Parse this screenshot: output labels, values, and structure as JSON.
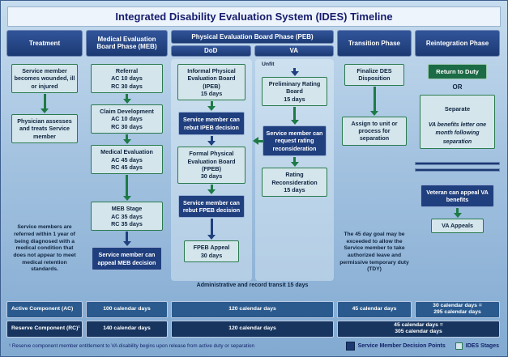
{
  "title": "Integrated Disability Evaluation System (IDES) Timeline",
  "treatment": {
    "header": "Treatment",
    "box1": "Service member becomes wounded, ill or injured",
    "box2": "Physician assesses and treats Service member",
    "note": "Service members are referred within 1 year of being diagnosed with a medical condition that does not appear to meet medical retention standards."
  },
  "meb": {
    "header": "Medical Evaluation Board Phase (MEB)",
    "referral": "Referral\nAC   10 days\nRC   30 days",
    "claim": "Claim Development\nAC   10 days\nRC   30 days",
    "medeval": "Medical Evaluation\nAC   45 days\nRC   45 days",
    "stage": "MEB Stage\nAC   35 days\nRC   35 days",
    "appeal": "Service member can appeal MEB decision"
  },
  "peb": {
    "header": "Physical Evaluation Board Phase (PEB)",
    "dod_header": "DoD",
    "va_header": "VA",
    "unfit": "Unfit",
    "ipeb": "Informal Physical Evaluation Board (IPEB)\n15 days",
    "rebut_ipeb": "Service member can rebut IPEB decision",
    "fpeb": "Formal Physical Evaluation Board (FPEB)\n30 days",
    "rebut_fpeb": "Service member can rebut FPEB decision",
    "fpeb_appeal": "FPEB Appeal\n30 days",
    "prelim": "Preliminary Rating Board\n15 days",
    "request_recon": "Service member can request rating reconsideration",
    "recon": "Rating Reconsideration\n15 days",
    "footer": "Administrative and record transit 15 days"
  },
  "transition": {
    "header": "Transition Phase",
    "finalize": "Finalize DES Disposition",
    "assign": "Assign to unit or process for separation",
    "note": "The 45 day goal may be exceeded to allow the Service member to take authorized leave and permissive temporary duty (TDY)"
  },
  "reintegration": {
    "header": "Reintegration Phase",
    "return_to_duty": "Return to Duty",
    "or": "OR",
    "separate_title": "Separate",
    "separate_text": "VA benefits letter one month following separation",
    "appeal": "Veteran can appeal VA benefits",
    "va_appeals": "VA Appeals"
  },
  "summary": {
    "active": {
      "label": "Active Component (AC)",
      "meb": "100 calendar days",
      "peb": "120 calendar days",
      "transition": "45 calendar days",
      "reintegration": "30 calendar days =\n295 calendar days"
    },
    "reserve": {
      "label": "Reserve Component (RC)¹",
      "meb": "140 calendar days",
      "peb": "120 calendar days",
      "total": "45 calendar days =\n305 calendar days"
    }
  },
  "footnote": "¹ Reserve component member entitlement to VA disability begins upon release from active duty or separation",
  "legend": {
    "decision": "Service Member Decision Points",
    "stages": "IDES Stages"
  },
  "colors": {
    "navy": "#1b3a73",
    "green": "#1e7a45",
    "dark_green": "#1c6b47",
    "stage_bg": "#d4e6ec",
    "background_top": "#c6dcee",
    "background_bottom": "#82aad1"
  }
}
